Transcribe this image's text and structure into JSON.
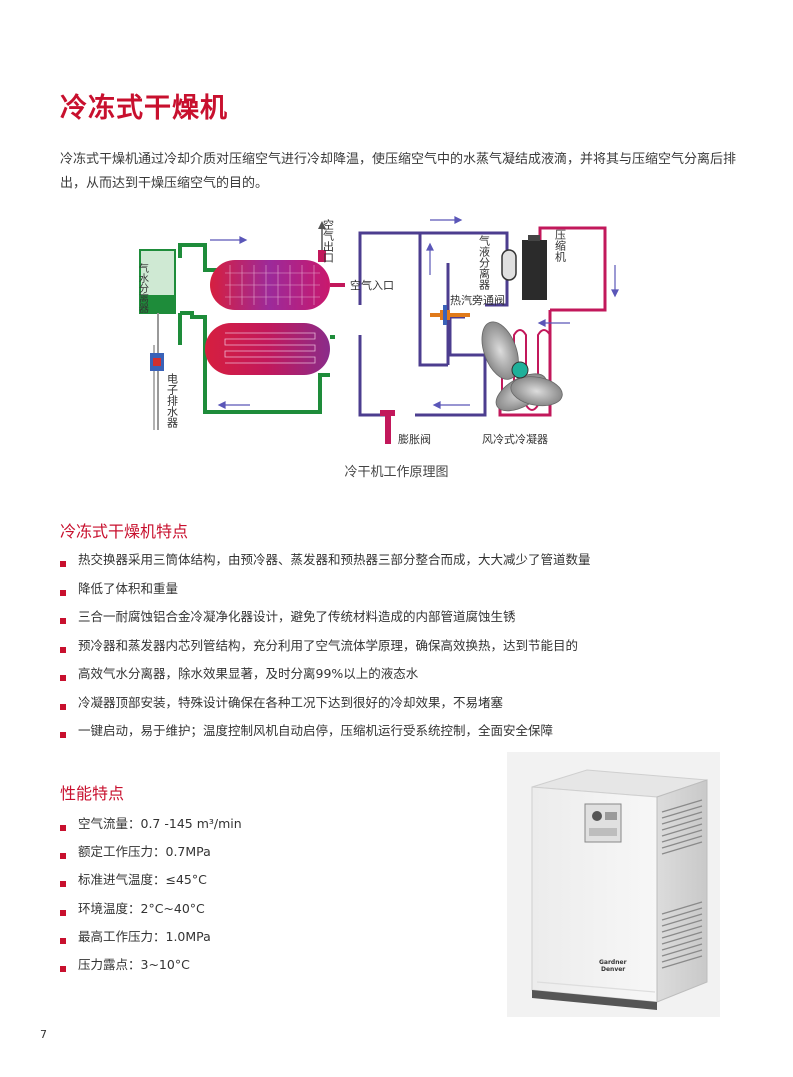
{
  "title": "冷冻式干燥机",
  "intro": "冷冻式干燥机通过冷却介质对压缩空气进行冷却降温，使压缩空气中的水蒸气凝结成液滴，并将其与压缩空气分离后排出，从而达到干燥压缩空气的目的。",
  "diagram": {
    "labels": {
      "separator": "气水分离器",
      "air_outlet": "空气出口",
      "air_inlet": "空气入口",
      "gas_liquid_separator": "气液分离器",
      "compressor": "压缩机",
      "hot_gas_bypass_valve": "热汽旁通阀",
      "drain": "电子排水器",
      "expansion_valve": "膨胀阀",
      "air_cooled_condenser": "风冷式冷凝器"
    },
    "colors": {
      "green": "#1e8c3a",
      "purple": "#4c3d8f",
      "magenta": "#c2185b",
      "red": "#d32f2f"
    }
  },
  "caption": "冷干机工作原理图",
  "features_title": "冷冻式干燥机特点",
  "features": [
    "热交换器采用三筒体结构，由预冷器、蒸发器和预热器三部分整合而成，大大减少了管道数量",
    "降低了体积和重量",
    "三合一耐腐蚀铝合金冷凝净化器设计，避免了传统材料造成的内部管道腐蚀生锈",
    "预冷器和蒸发器内芯列管结构，充分利用了空气流体学原理，确保高效换热，达到节能目的",
    "高效气水分离器，除水效果显著，及时分离99%以上的液态水",
    "冷凝器顶部安装，特殊设计确保在各种工况下达到很好的冷却效果，不易堵塞",
    "一键启动，易于维护；温度控制风机自动启停，压缩机运行受系统控制，全面安全保障"
  ],
  "performance_title": "性能特点",
  "performance": [
    "空气流量：0.7 -145 m³/min",
    "额定工作压力：0.7MPa",
    "标准进气温度：≤45°C",
    "环境温度：2°C~40°C",
    "最高工作压力：1.0MPa",
    "压力露点：3~10°C"
  ],
  "machine": {
    "brand_line1": "Gardner",
    "brand_line2": "Denver"
  },
  "page_number": "7"
}
